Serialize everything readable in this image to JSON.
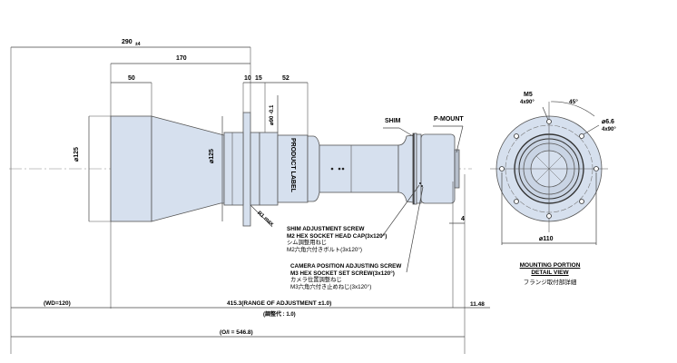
{
  "drawing": {
    "dimensions": {
      "d290": "290",
      "d290_tol": "±4",
      "d170": "170",
      "d50": "50",
      "d10": "10",
      "d15": "15",
      "d52": "52",
      "dia_front": "⌀125",
      "dia_mid": "⌀125",
      "dia_flange": "⌀90 -0.1",
      "r1": "R1 max",
      "d4": "4",
      "d11_48": "11.48",
      "wd": "(WD=120)",
      "range": "415.3(RANGE OF ADJUSTMENT ±1.0)",
      "range_jp": "(調整代 : 1.0)",
      "oal": "(O/l = 546.8)"
    },
    "labels": {
      "product_label": "PRODUCT LABEL",
      "shim": "SHIM",
      "p_mount": "P-MOUNT"
    },
    "notes": {
      "shim_screw_title": "SHIM ADJUSTMENT SCREW",
      "shim_screw_spec": "M2 HEX SOCKET HEAD CAP(3x120°)",
      "shim_screw_jp1": "シム調整用ねじ",
      "shim_screw_jp2": "M2六角穴付きボルト(3x120°)",
      "cam_screw_title": "CAMERA POSITION ADJUSTING SCREW",
      "cam_screw_spec": "M3 HEX SOCKET SET SCREW(3x120°)",
      "cam_screw_jp1": "カメラ位置調整ねじ",
      "cam_screw_jp2": "M3六角穴付き止めねじ(3x120°)"
    },
    "detail": {
      "m5": "M5",
      "m5_qty": "4x90°",
      "angle": "45°",
      "hole_dia": "⌀6.6",
      "hole_qty": "4x90°",
      "pcd": "⌀110",
      "title1": "MOUNTING PORTION",
      "title2": "DETAIL VIEW",
      "title_jp": "フランジ取付部詳細"
    },
    "colors": {
      "body_fill": "#d6e0ee",
      "line": "#444444"
    }
  }
}
